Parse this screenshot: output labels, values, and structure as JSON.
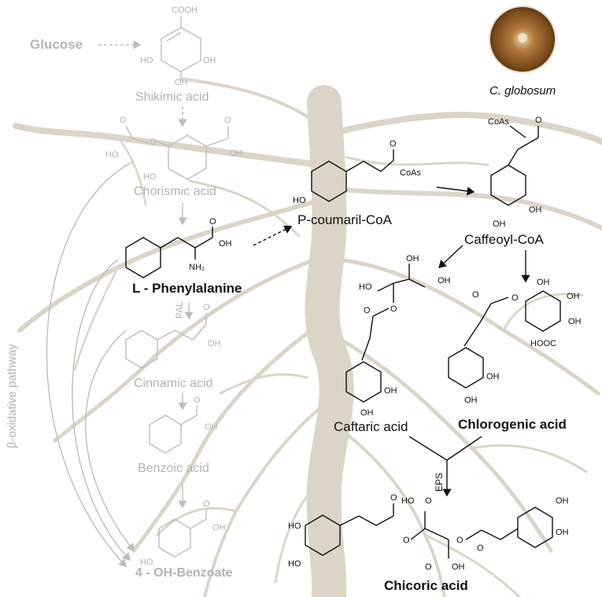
{
  "organism": {
    "name": "C. globosum",
    "plate_color": "#8a5a24"
  },
  "pathway_label": "β-oxidative pathway",
  "enzymes": {
    "pal": "PAL",
    "eps": "EPS"
  },
  "compounds": {
    "glucose": "Glucose",
    "shikimic": "Shikimic acid",
    "chorismic": "Chorismic acid",
    "phenylalanine": "L - Phenylalanine",
    "cinnamic": "Cinnamic acid",
    "benzoic": "Benzoic acid",
    "hydroxybenzoate": "4 - OH-Benzoate",
    "coumaroyl": "P-coumaril-CoA",
    "caffeoyl": "Caffeoyl-CoA",
    "caftaric": "Caftaric acid",
    "chlorogenic": "Chlorogenic acid",
    "chicoric": "Chicoric acid"
  },
  "atoms": {
    "cooh": "COOH",
    "ho": "HO",
    "oh": "OH",
    "o": "O",
    "coas": "CoAs",
    "nh2": "NH₂",
    "hooc": "HOOC"
  },
  "colors": {
    "faded": "#b3b3b3",
    "active": "#111111",
    "roots": "#d8d1c3",
    "taproot": "#cfc6b2"
  }
}
